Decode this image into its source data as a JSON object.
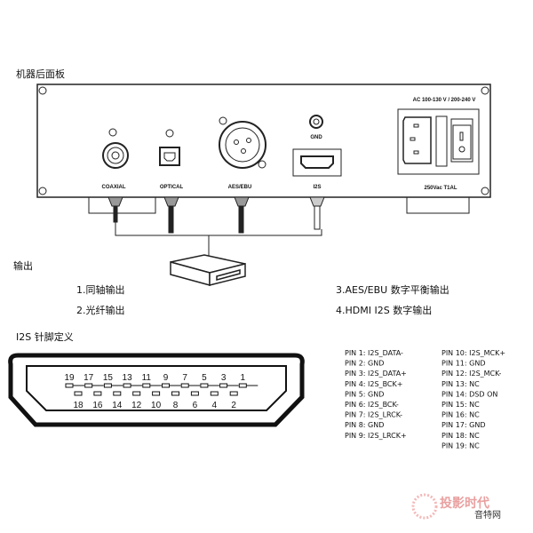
{
  "panel": {
    "title": "机器后面板",
    "power_rating": "AC 100-130 V / 200-240 V",
    "fuse": "250Vac  T1AL",
    "gnd": "GND",
    "ports": [
      "COAXIAL",
      "OPTICAL",
      "AES/EBU",
      "I2S"
    ]
  },
  "outputs": {
    "heading": "输出",
    "items": [
      "1.同轴输出",
      "2.光纤输出",
      "3.AES/EBU 数字平衡输出",
      "4.HDMI I2S 数字输出"
    ]
  },
  "i2s": {
    "heading": "I2S 针脚定义",
    "top_pins": [
      "19",
      "17",
      "15",
      "13",
      "11",
      "9",
      "7",
      "5",
      "3",
      "1"
    ],
    "bottom_pins": [
      "18",
      "16",
      "14",
      "12",
      "10",
      "8",
      "6",
      "4",
      "2"
    ],
    "pin_list_left": [
      "PIN 1: I2S_DATA-",
      "PIN 2: GND",
      "PIN 3: I2S_DATA+",
      "PIN 4: I2S_BCK+",
      "PIN 5: GND",
      "PIN 6: I2S_BCK-",
      "PIN 7: I2S_LRCK-",
      "PIN 8: GND",
      "PIN 9: I2S_LRCK+"
    ],
    "pin_list_right": [
      "PIN 10: I2S_MCK+",
      "PIN 11: GND",
      "PIN 12: I2S_MCK-",
      "PIN 13: NC",
      "PIN 14: DSD ON",
      "PIN 15: NC",
      "PIN 16: NC",
      "PIN 17: GND",
      "PIN 18: NC",
      "PIN 19: NC"
    ]
  },
  "watermark": {
    "line1": "投影时代",
    "line2": "音特网"
  }
}
